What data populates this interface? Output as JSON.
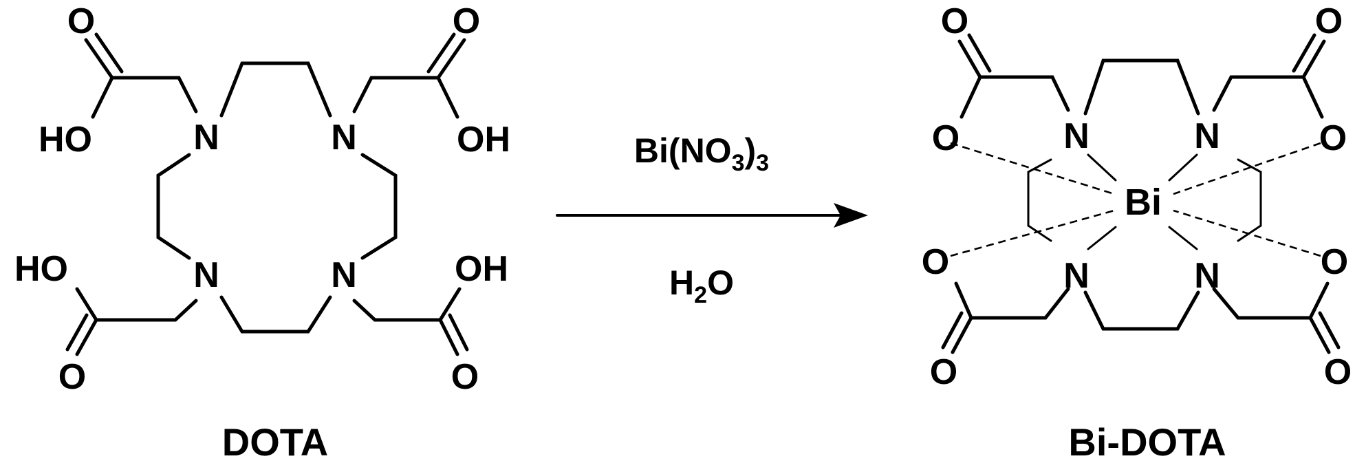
{
  "reactant": {
    "name": "DOTA",
    "nitrogen_label": "N",
    "oxygen_label": "O",
    "hydroxyl_left_label": "HO",
    "hydroxyl_right_label": "OH"
  },
  "conditions": {
    "reagent": {
      "base": "Bi(NO",
      "sub1": "3",
      "close": ")",
      "sub2": "3"
    },
    "solvent": {
      "base": "H",
      "sub": "2",
      "tail": "O"
    }
  },
  "product": {
    "name": "Bi-DOTA",
    "metal_label": "Bi",
    "nitrogen_label": "N",
    "oxygen_label": "O"
  }
}
